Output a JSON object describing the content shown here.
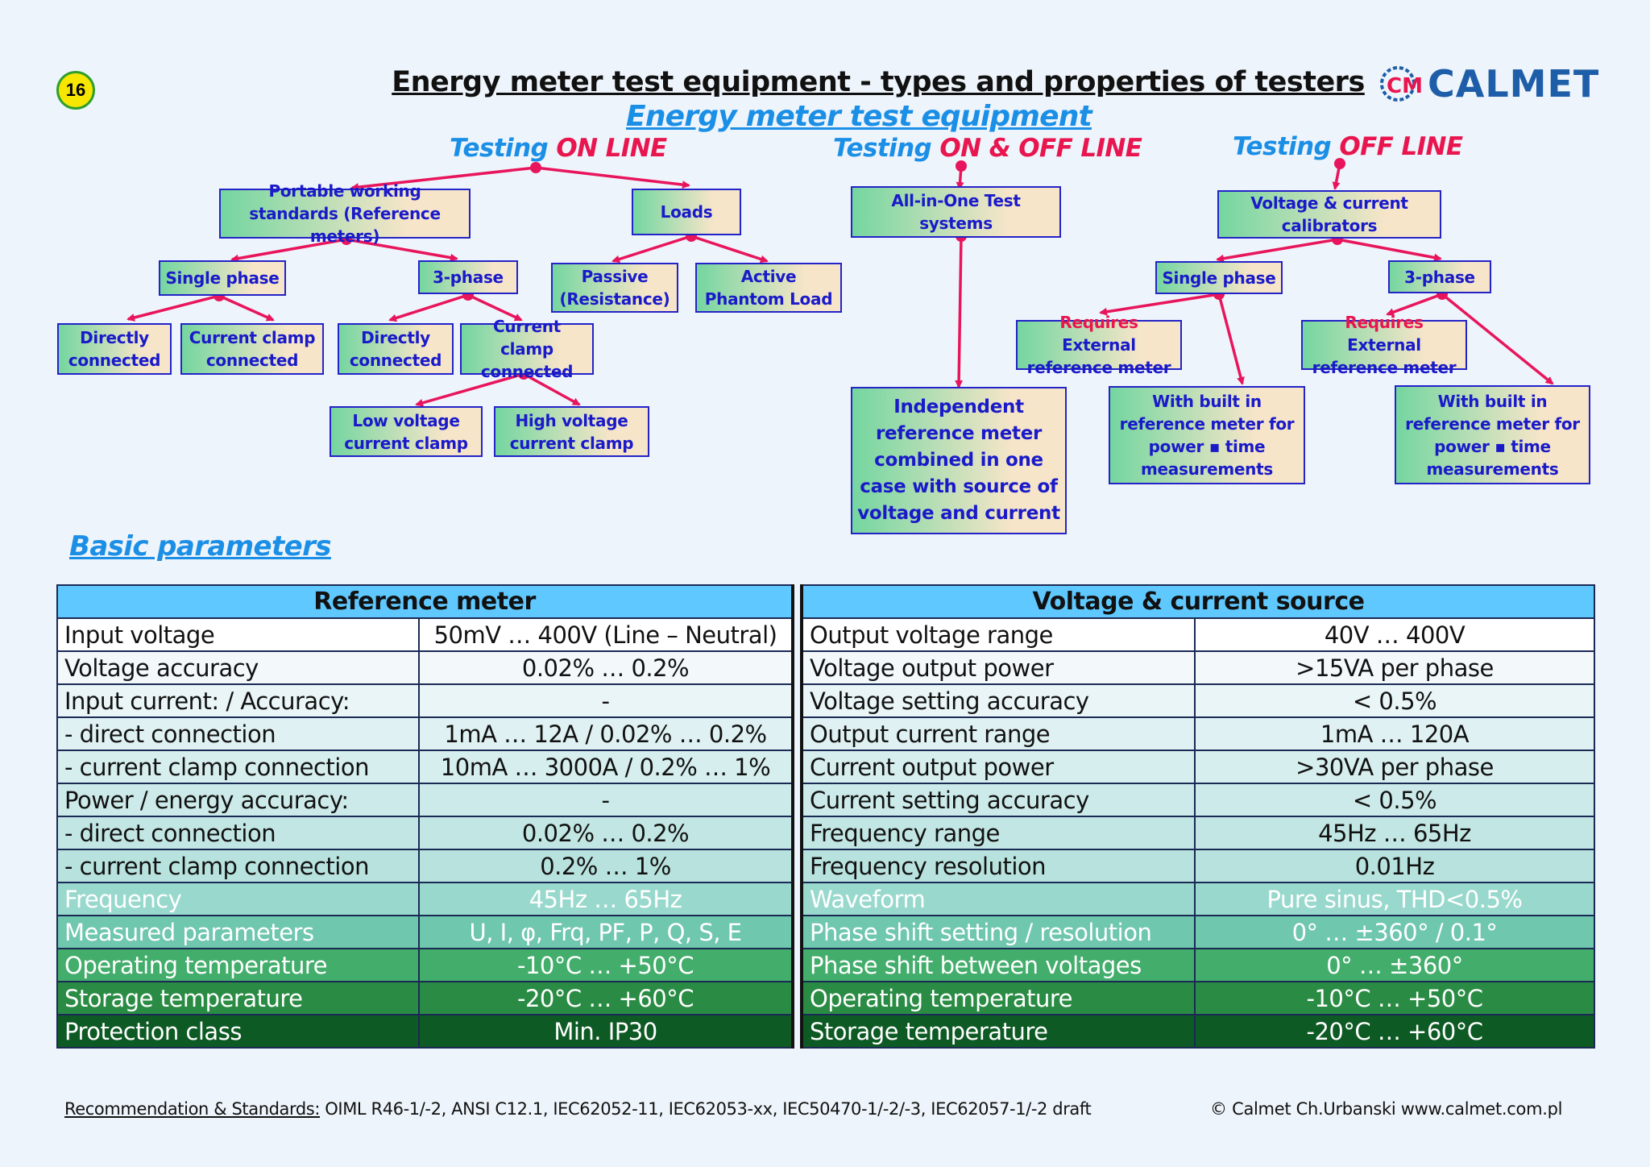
{
  "page_number": "16",
  "title": "Energy meter test equipment - types and properties of testers",
  "subtitle": "Energy meter test equipment",
  "logo": {
    "text": "CALMET",
    "mark": "CM"
  },
  "testing": {
    "online": {
      "prefix": "Testing ",
      "highlight": "ON LINE"
    },
    "onoff": {
      "prefix": "Testing ",
      "highlight": "ON & OFF LINE"
    },
    "offline": {
      "prefix": "Testing ",
      "highlight": "OFF LINE"
    }
  },
  "tree": {
    "portable": "Portable working standards (Reference meters)",
    "loads": "Loads",
    "single_phase_left": "Single phase",
    "three_phase_left": "3-phase",
    "passive": "Passive (Resistance)",
    "active_phantom": "Active Phantom Load",
    "directly_1": "Directly connected",
    "current_clamp_1": "Current clamp connected",
    "directly_2": "Directly connected",
    "current_clamp_2": "Current clamp connected",
    "low_voltage": "Low voltage current clamp",
    "high_voltage": "High voltage current clamp",
    "all_in_one": "All-in-One Test systems",
    "independent": "Independent reference meter combined in one case with source of voltage and current",
    "calibrators": "Voltage & current calibrators",
    "single_phase_right": "Single phase",
    "three_phase_right": "3-phase",
    "requires_1": {
      "highlight": "Requires",
      "rest": " External reference meter"
    },
    "requires_2": {
      "highlight": "Requires",
      "rest": " External reference meter"
    },
    "builtin_1": "With built in reference meter for power ▪ time measurements",
    "builtin_2": "With built in reference meter for power ▪ time measurements"
  },
  "basic_parameters": "Basic parameters",
  "reference_meter": {
    "header": "Reference meter",
    "rows": [
      [
        "Input voltage",
        "50mV … 400V (Line – Neutral)"
      ],
      [
        "Voltage accuracy",
        "0.02% … 0.2%"
      ],
      [
        "Input current: / Accuracy:",
        "-"
      ],
      [
        "- direct connection",
        "1mA … 12A / 0.02% … 0.2%"
      ],
      [
        "- current clamp connection",
        "10mA … 3000A / 0.2% … 1%"
      ],
      [
        "Power / energy accuracy:",
        "-"
      ],
      [
        "- direct connection",
        "0.02% … 0.2%"
      ],
      [
        "- current clamp connection",
        "0.2% … 1%"
      ],
      [
        "Frequency",
        "45Hz … 65Hz"
      ],
      [
        "Measured parameters",
        "U, I, φ, Frq, PF, P, Q, S, E"
      ],
      [
        "Operating temperature",
        "-10°C … +50°C"
      ],
      [
        "Storage temperature",
        "-20°C … +60°C"
      ],
      [
        "Protection class",
        "Min. IP30"
      ]
    ]
  },
  "source": {
    "header": "Voltage & current source",
    "rows": [
      [
        "Output voltage range",
        "40V … 400V"
      ],
      [
        "Voltage output power",
        ">15VA per phase"
      ],
      [
        "Voltage setting accuracy",
        "< 0.5%"
      ],
      [
        "Output current range",
        "1mA … 120A"
      ],
      [
        "Current output power",
        ">30VA per phase"
      ],
      [
        "Current setting accuracy",
        "< 0.5%"
      ],
      [
        "Frequency range",
        "45Hz … 65Hz"
      ],
      [
        "Frequency resolution",
        "0.01Hz"
      ],
      [
        "Waveform",
        "Pure sinus, THD<0.5%"
      ],
      [
        "Phase shift setting / resolution",
        "0° … ±360° / 0.1°"
      ],
      [
        " Phase shift between voltages",
        "0° … ±360°"
      ],
      [
        "Operating temperature",
        "-10°C … +50°C"
      ],
      [
        "Storage temperature",
        "-20°C … +60°C"
      ]
    ]
  },
  "row_colors": [
    "#ffffff",
    "#f3f9fb",
    "#e9f5f6",
    "#dff1f2",
    "#d6eeee",
    "#cceae9",
    "#c2e6e3",
    "#b8e2de",
    "#99d9cd",
    "#6fc7ad",
    "#43ad6c",
    "#2a8c44",
    "#0d5a24"
  ],
  "row_text_colors": [
    "#111",
    "#111",
    "#111",
    "#111",
    "#111",
    "#111",
    "#111",
    "#111",
    "#ffffff",
    "#ffffff",
    "#ffffff",
    "#ffffff",
    "#ffffff"
  ],
  "footer": {
    "label": "Recommendation & Standards:",
    "standards": " OIML R46-1/-2, ANSI C12.1, IEC62052-11, IEC62053-xx, IEC50470-1/-2/-3, IEC62057-1/-2 draft",
    "copyright": "© Calmet Ch.Urbanski   www.calmet.com.pl"
  }
}
